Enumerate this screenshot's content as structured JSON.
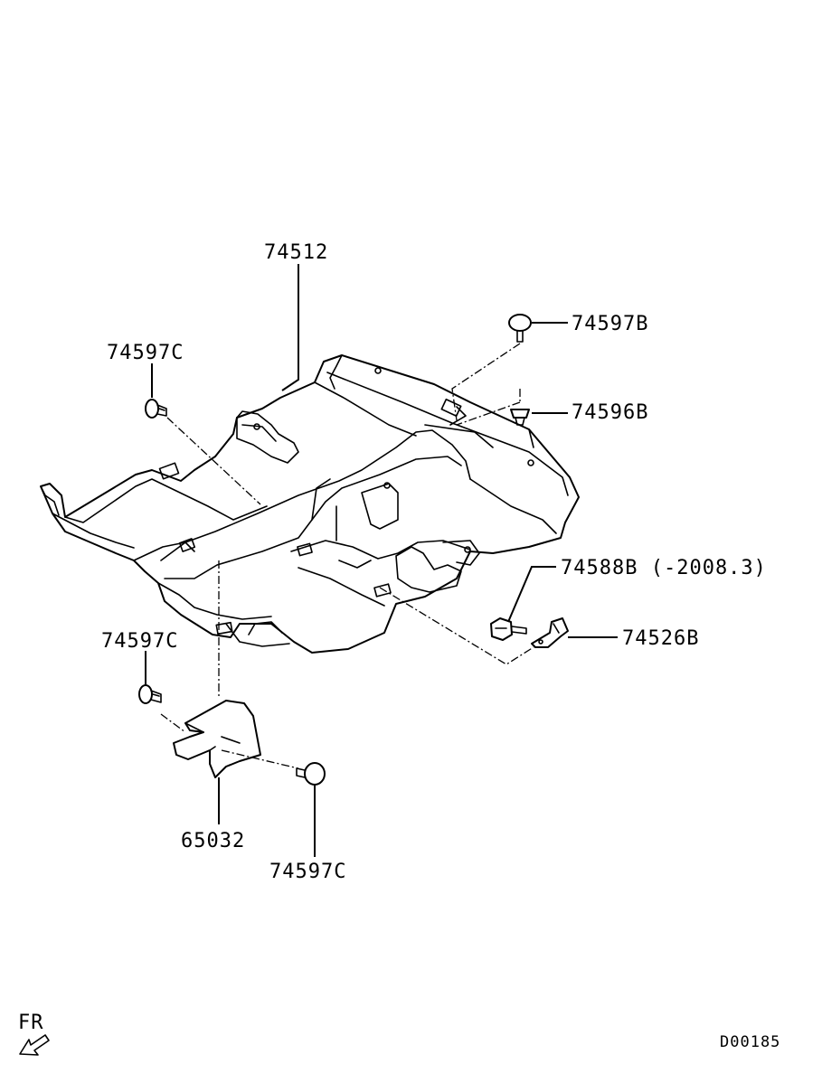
{
  "labels": {
    "carpet": "74512",
    "clip_upper_left": "74597C",
    "clip_top_right": "74597B",
    "clip_right": "74596B",
    "bolt": "74588B (-2008.3)",
    "bracket": "74526B",
    "clip_lower_left": "74597C",
    "cover": "65032",
    "clip_bottom": "74597C"
  },
  "direction_marker": "FR",
  "diagram_code": "D00185"
}
